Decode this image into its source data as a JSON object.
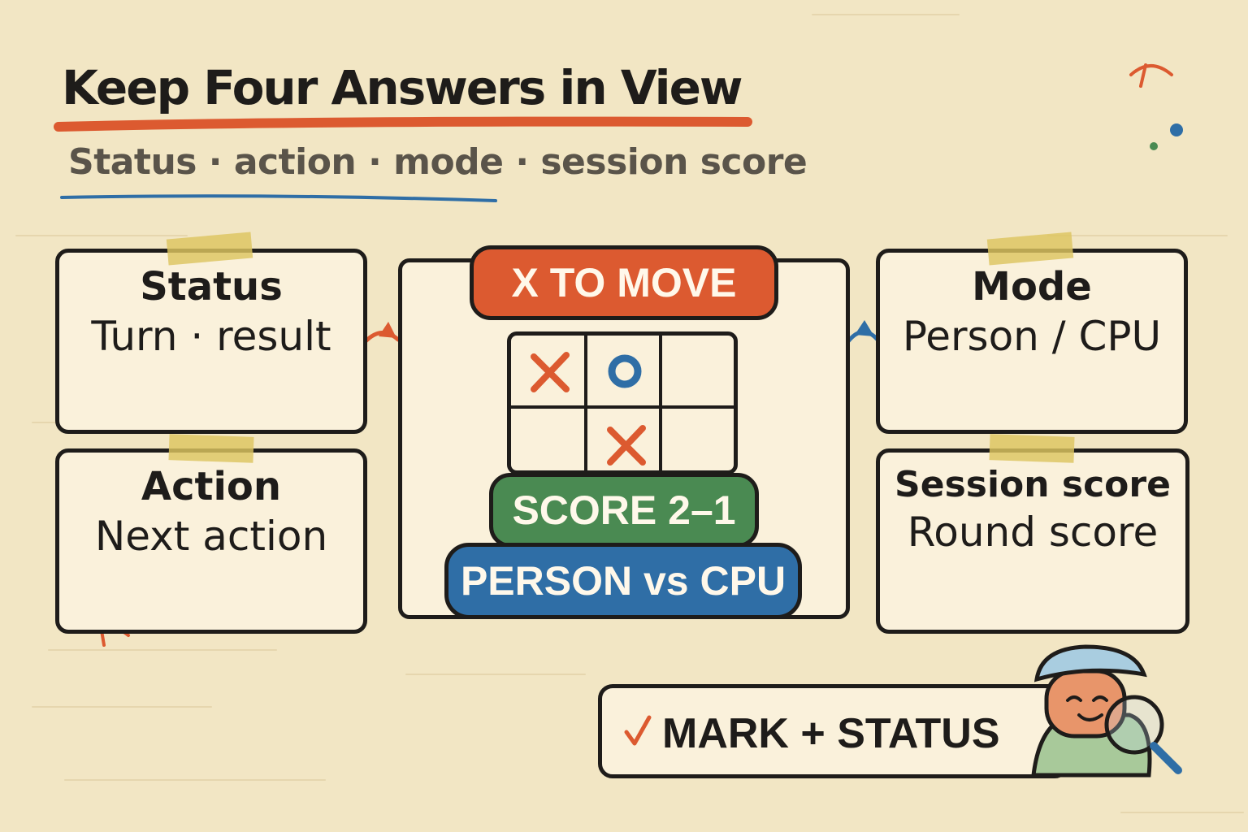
{
  "header": {
    "title": "Keep Four Answers in View",
    "subtitle": "Status · action · mode · session score"
  },
  "cards": {
    "status": {
      "title": "Status",
      "value": "Turn · result"
    },
    "action": {
      "title": "Action",
      "value": "Next action"
    },
    "mode": {
      "title": "Mode",
      "value": "Person / CPU"
    },
    "session": {
      "title": "Session score",
      "value": "Round score"
    }
  },
  "center": {
    "turn_label": "X TO MOVE",
    "score_label": "SCORE 2–1",
    "mode_label": "PERSON vs CPU",
    "board": [
      "X",
      "O",
      "",
      "",
      "X",
      ""
    ]
  },
  "footer": {
    "label": "MARK + STATUS"
  },
  "colors": {
    "background": "#f2e6c4",
    "orange": "#dc5a30",
    "green": "#4a8a52",
    "blue": "#2f6ea6",
    "ink": "#1e1c1a",
    "tape": "#ddc460"
  },
  "icons": [
    "check-icon",
    "reviewer-with-magnifier-icon",
    "x-mark-icon",
    "o-mark-icon"
  ]
}
